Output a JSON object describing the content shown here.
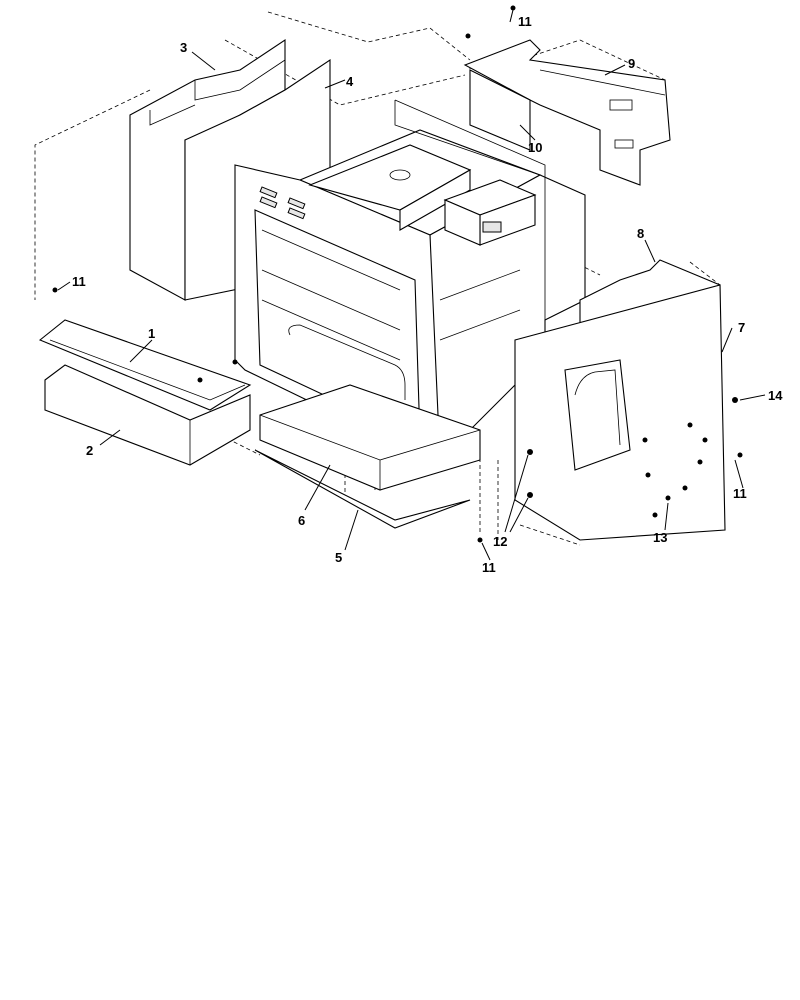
{
  "callouts": {
    "c1": "1",
    "c2": "2",
    "c3": "3",
    "c4": "4",
    "c5": "5",
    "c6": "6",
    "c7": "7",
    "c8": "8",
    "c9": "9",
    "c10": "10",
    "c11a": "11",
    "c11b": "11",
    "c11c": "11",
    "c11d": "11",
    "c12": "12",
    "c13": "13",
    "c14": "14"
  }
}
